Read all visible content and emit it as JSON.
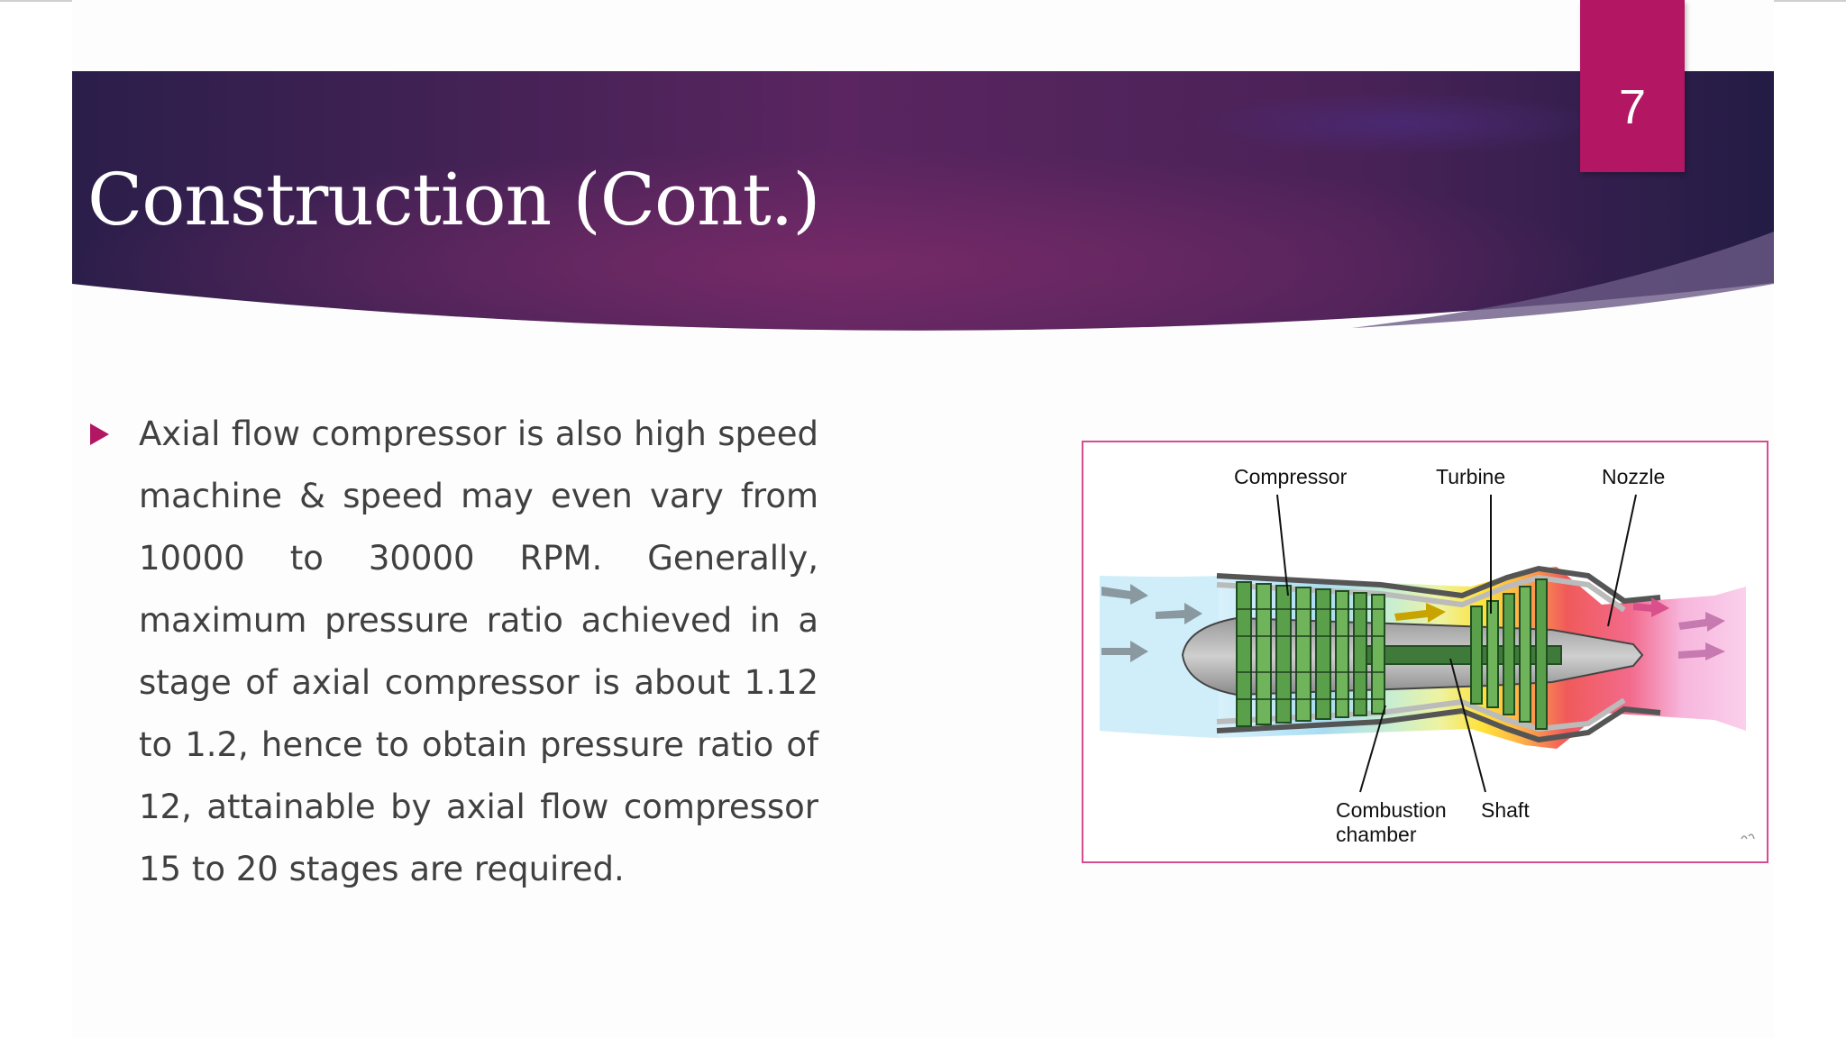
{
  "slide": {
    "title": "Construction (Cont.)",
    "page_number": "7",
    "bullet_text": "Axial flow compressor is also high speed machine & speed may even vary from 10000 to 30000 RPM. Generally, maximum pressure ratio achieved in a stage of axial compressor is about 1.12 to 1.2, hence to obtain pressure ratio of 12, attainable by axial flow compressor 15 to 20 stages are required."
  },
  "figure": {
    "labels": {
      "compressor": "Compressor",
      "turbine": "Turbine",
      "nozzle": "Nozzle",
      "combustion_line1": "Combustion",
      "combustion_line2": "chamber",
      "shaft": "Shaft"
    }
  },
  "colors": {
    "banner_dark": "#2b1e4a",
    "banner_mid": "#6a2a63",
    "accent": "#b31662",
    "frame_border": "#d44d8e"
  }
}
